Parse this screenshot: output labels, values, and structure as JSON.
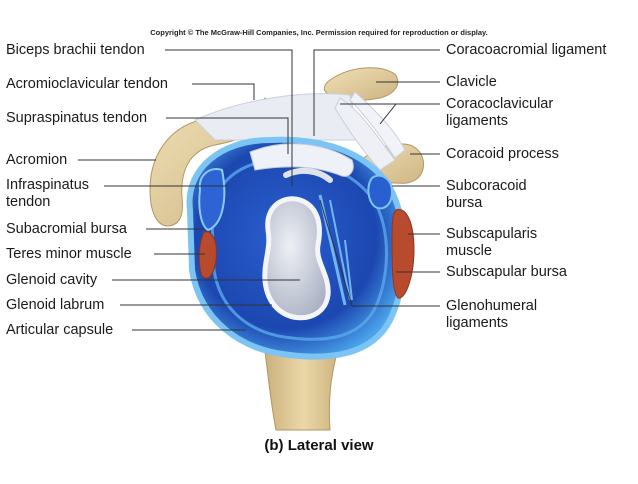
{
  "copyright": "Copyright © The McGraw-Hill Companies, Inc. Permission required for reproduction or display.",
  "labels_left": [
    "Biceps brachii tendon",
    "Acromioclavicular tendon",
    "Supraspinatus tendon",
    "Acromion",
    "Infraspinatus\ntendon",
    "Subacromial bursa",
    "Teres minor muscle",
    "Glenoid cavity",
    "Glenoid labrum",
    "Articular capsule"
  ],
  "labels_right": [
    "Coracoacromial ligament",
    "Clavicle",
    "Coracoclavicular\nligaments",
    "Coracoid process",
    "Subcoracoid\nbursa",
    "Subscapularis\nmuscle",
    "Subscapular bursa",
    "Glenohumeral\nligaments"
  ],
  "caption": "(b) Lateral view",
  "colors": {
    "bone": "#e6d3a3",
    "capsule_outer": "#3f8fdd",
    "capsule_inner": "#1f4fb8",
    "cavity": "#c9cdd8",
    "muscle": "#b84a2e",
    "ligament": "#e9ecf2"
  }
}
